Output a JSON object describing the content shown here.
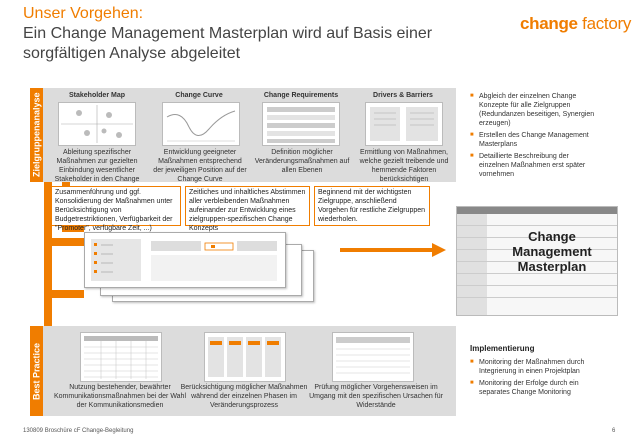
{
  "header": {
    "title": "Unser Vorgehen:",
    "subtitle": "Ein Change Management Masterplan wird auf Basis einer sorgfältigen Analyse abgeleitet",
    "logo_bold": "change",
    "logo_thin": " factory"
  },
  "top_section": {
    "side_label": "Zielgruppenanalyse",
    "columns": [
      {
        "head": "Stakeholder Map",
        "desc": "Ableitung spezifischer Maßnahmen zur gezielten Einbindung wesentlicher Stakeholder in den Change"
      },
      {
        "head": "Change Curve",
        "desc": "Entwicklung geeigneter Maßnahmen entsprechend der jeweiligen Position auf der Change Curve"
      },
      {
        "head": "Change Requirements",
        "desc": "Definition möglicher Veränderungsmaßnahmen auf allen Ebenen"
      },
      {
        "head": "Drivers & Barriers",
        "desc": "Ermittlung von Maßnahmen, welche gezielt treibende und hemmende Faktoren berücksichtigen"
      }
    ],
    "bullets": [
      "Abgleich der einzelnen Change Konzepte für alle Zielgruppen (Redundanzen beseitigen, Synergien erzeugen)",
      "Erstellen des Change Management Masterplans",
      "Detaillierte Beschreibung der einzelnen Maßnahmen erst später vornehmen"
    ]
  },
  "middle": {
    "boxes": [
      "Zusammenführung und ggf. Konsolidierung der Maßnahmen unter Berücksichtigung von Budgetrestriktionen, Verfügbarkeit der \"Promoter\", verfügbare Zeit, ...)",
      "Zeitliches und inhaltliches Abstimmen aller verbleibenden Maßnahmen aufeinander zur Entwicklung eines zielgruppen-spezifischen Change Konzepts",
      "Beginnend mit der wichtigsten Zielgruppe, anschließend Vorgehen für restliche Zielgruppen wiederholen."
    ],
    "masterplan_line1": "Change",
    "masterplan_line2": "Management",
    "masterplan_line3": "Masterplan"
  },
  "bottom_section": {
    "side_label": "Best Practice",
    "columns": [
      {
        "desc": "Nutzung bestehender, bewährter Kommunikationsmaßnahmen bei der Wahl der Kommunikationsmedien"
      },
      {
        "desc": "Berücksichtigung möglicher Maßnahmen während der einzelnen Phasen im Veränderungsprozess"
      },
      {
        "desc": "Prüfung möglicher Vorgehensweisen im Umgang mit den spezifischen Ursachen für Widerstände"
      }
    ],
    "impl_title": "Implementierung",
    "impl_bullets": [
      "Monitoring der Maßnahmen durch Integrierung in einen Projektplan",
      "Monitoring der Erfolge durch ein separates Change Monitoring"
    ]
  },
  "footer": {
    "left": "130809 Broschüre cF Change-Begleitung",
    "page": "6"
  },
  "colors": {
    "accent": "#f07d00",
    "panel": "#dcdcdc"
  }
}
